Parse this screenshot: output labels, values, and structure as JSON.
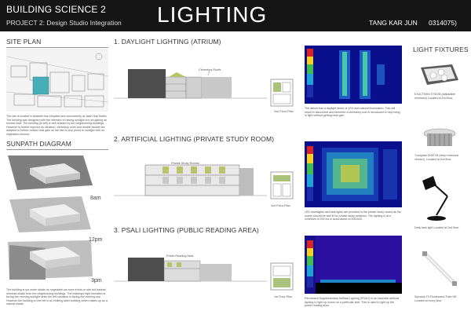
{
  "header": {
    "course": "BUILDING SCIENCE 2",
    "project": "PROJECT 2: Design Studio Integration",
    "title": "LIGHTING",
    "student_name": "TANG KAR JUN",
    "student_id": "0314075)"
  },
  "site_plan": {
    "heading": "SITE PLAN",
    "description": "The site is located in between two shoplots and concurrently at Jalan Haji Salleh. The building was designed with the intention of having sunlight but not glaring an excess heat. The building (to left) is well shaded by the neighbouring buildings. However to further improve its situation, clerestory roofs and double facade are adapted to further reduce heat gain as the site is very prone to sunlight with no vegetation around."
  },
  "sunpath": {
    "heading": "SUNPATH DIAGRAM",
    "times": [
      "8am",
      "12pm",
      "3pm"
    ],
    "description": "The building is not under shade by vegetation as none exists on site but instead receives shade from the neighbouring buildings. The building's right elevation is facing the morning sunlight while the left elevation is facing the evening sun. However the building on the left is an existing taller building which makes up as a natural shade."
  },
  "sections": [
    {
      "heading": "1. DAYLIGHT LIGHTING (ATRIUM)",
      "annotation": "Clerestory Roofs",
      "plan_label": "2nd Floor Plan",
      "description": "The atrium has a daylight factor of 10% and natural illumination. This will result in discomfort and therefore a clerestory roof is introduced to help bring in light without getting heat gain."
    },
    {
      "heading": "2. ARTIFICIAL LIGHTING (PRIVATE STUDY ROOM)",
      "annotation": "Private Study Rooms",
      "plan_label": "2nd Floor Plan",
      "description": "LED downlights and task lights are provided in the private study rooms as the rooms should be well lit for private study sessions. The lighting is at a minimum of 200 lux in accordance to MS1525."
    },
    {
      "heading": "3. PSALI LIGHTING (PUBLIC READING AREA)",
      "annotation": "Public Reading Area",
      "plan_label": "1st Floor Plan",
      "description": "Permanent Supplementary Artificial Lighting (PSALI) is an essential artificial lighting to light up rooms on a particular side. This is used to light up the public reading area."
    }
  ],
  "fixtures": {
    "heading": "LIGHT FIXTURES",
    "items": [
      {
        "name": "downlight-fixture",
        "caption": "EXACTMINI ST422B (adjustable recessed) Located at 2nd floor."
      },
      {
        "name": "led-downlight-fixture",
        "caption": "'Coloplast DN571B (deep recessed version). Located at 2nd floor."
      },
      {
        "name": "desk-lamp-fixture",
        "caption": "Desk task light Located at 2nd floor."
      },
      {
        "name": "tube-light-fixture",
        "caption": "Sylvania T5 Fluorescent Tube HE. Located at every floor."
      }
    ]
  },
  "colors": {
    "header_bg": "#151515",
    "render_bg": "#0a0f8c",
    "building_dark": "#4d4d4d",
    "building_light": "#c8c8c8",
    "glazing_green": "#b8c36a"
  }
}
